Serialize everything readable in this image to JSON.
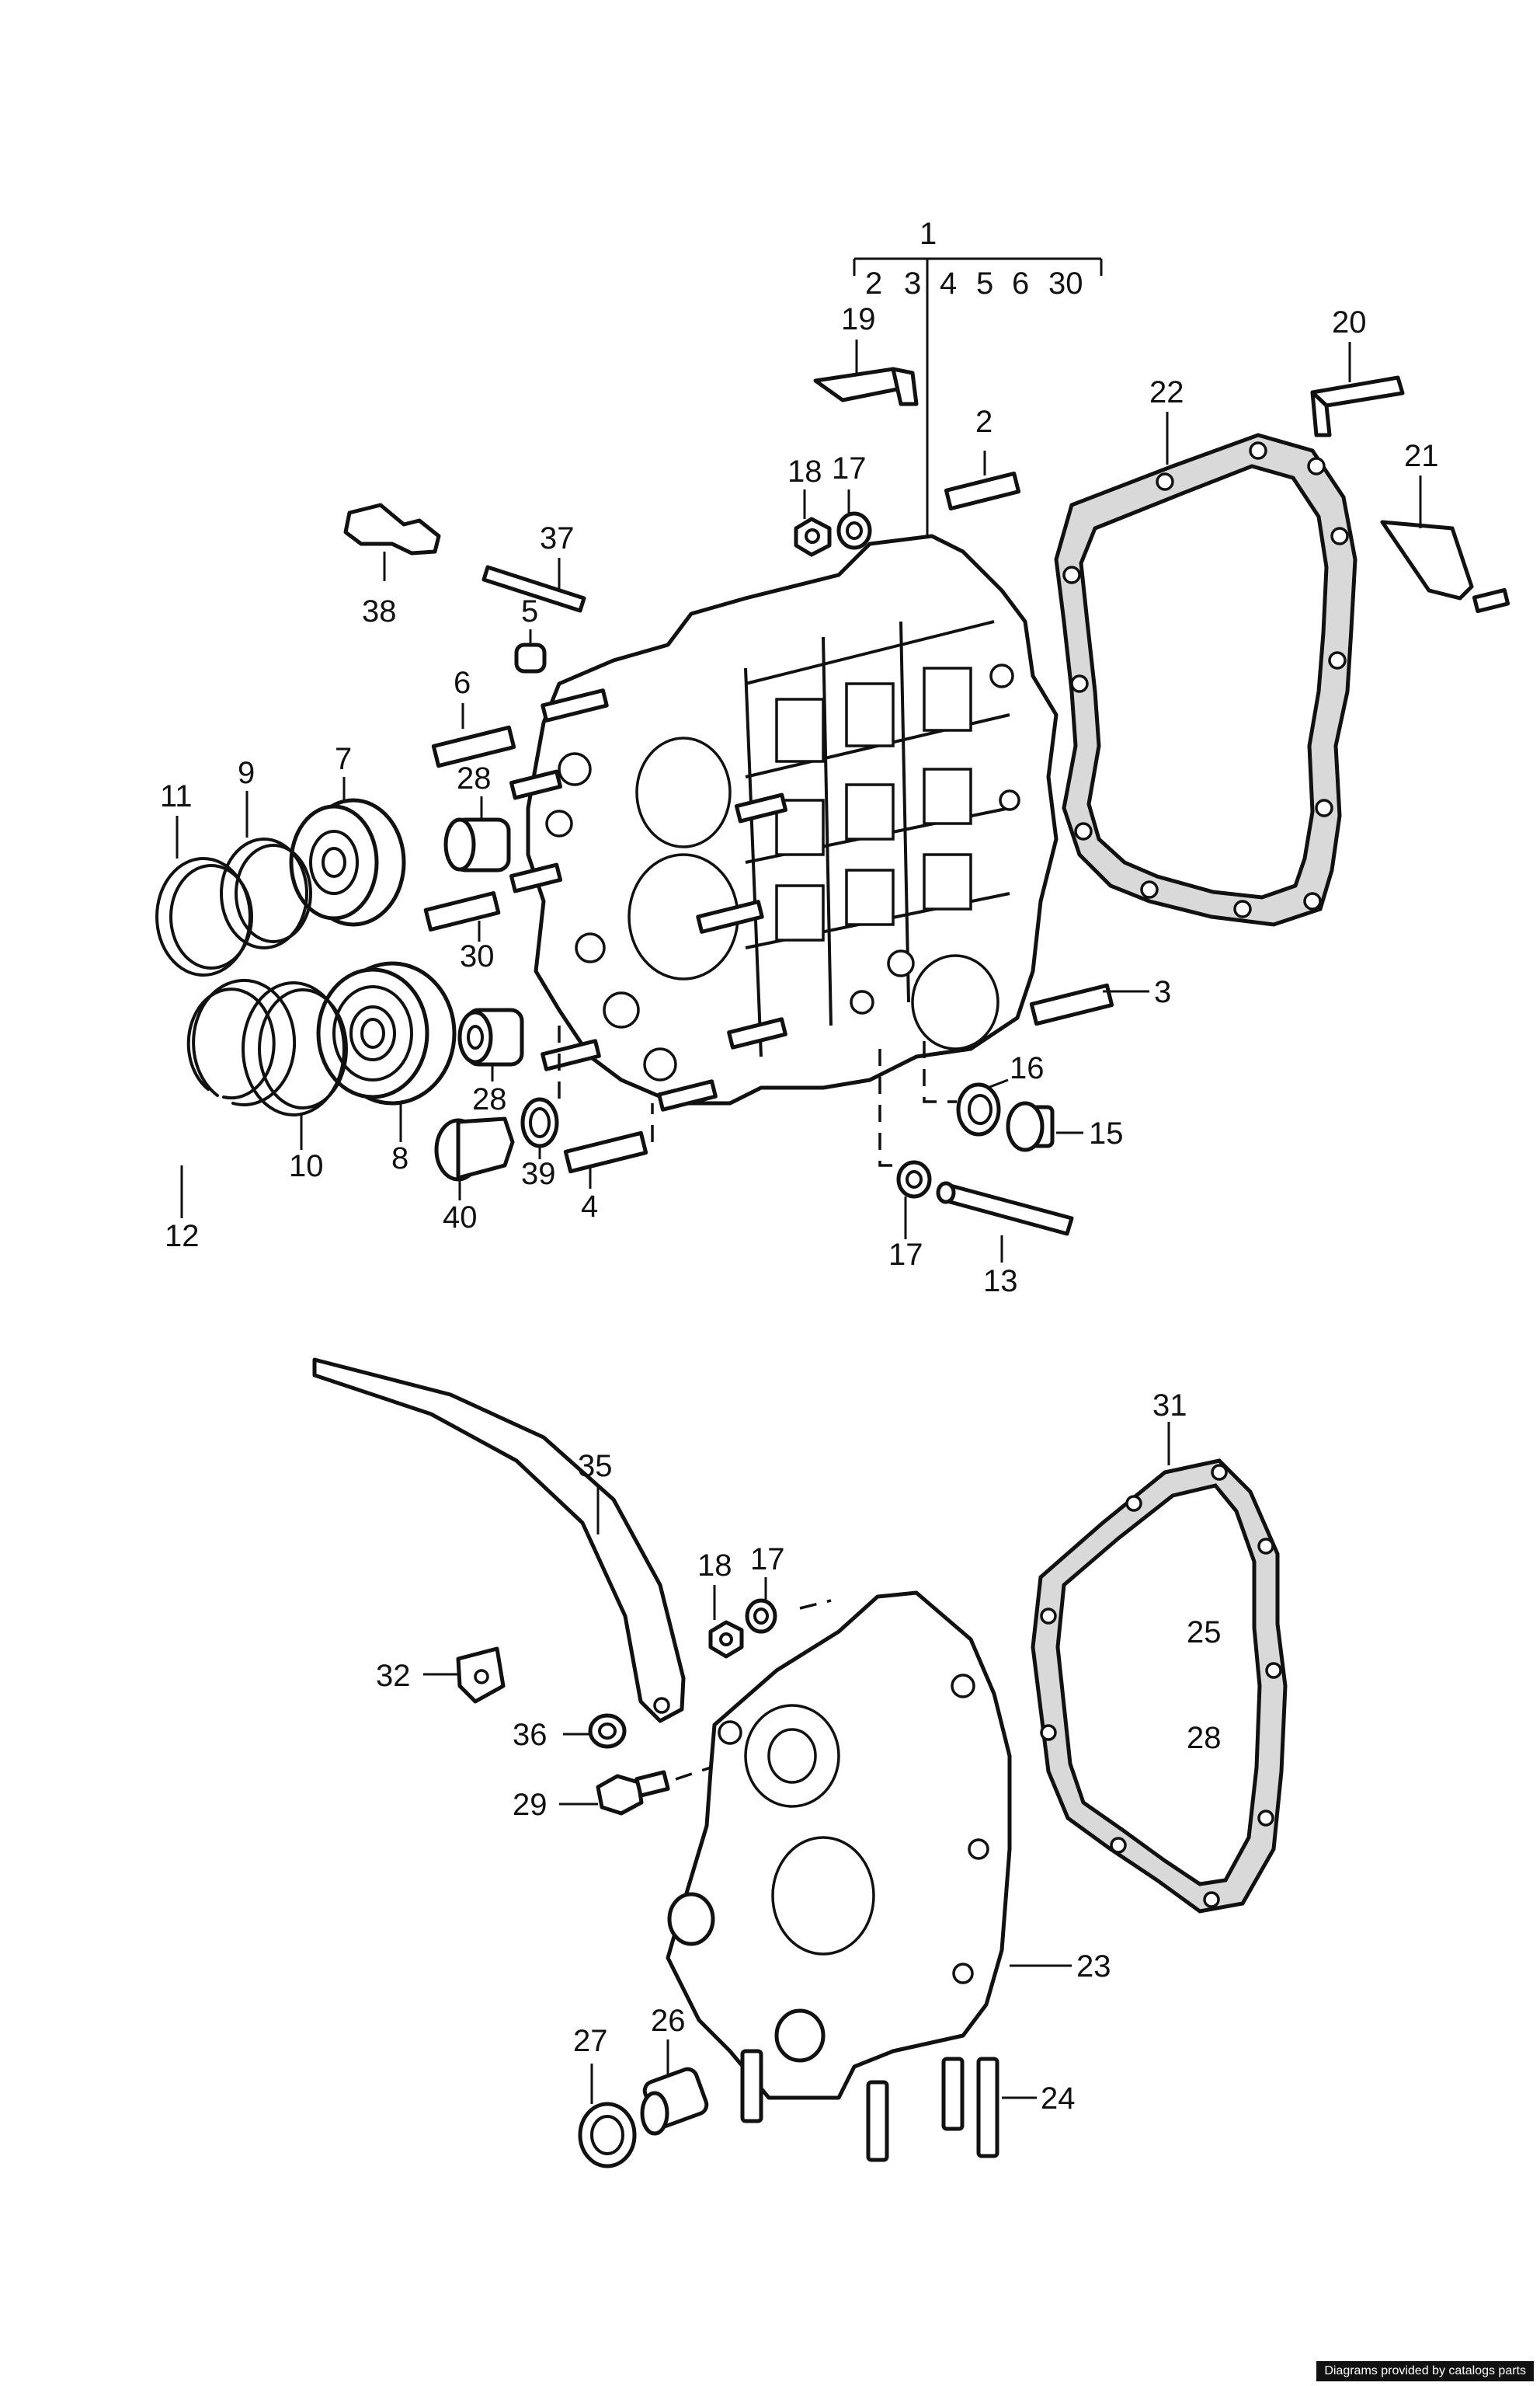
{
  "callouts": {
    "l1": "1",
    "l2": "2",
    "l3": "3",
    "l4": "4",
    "l5": "5",
    "l6": "6",
    "l7": "7",
    "l8": "8",
    "l9": "9",
    "l10": "10",
    "l11": "11",
    "l12": "12",
    "l13": "13",
    "l15": "15",
    "l16": "16",
    "l17": "17",
    "l18": "18",
    "l19": "19",
    "l20": "20",
    "l21": "21",
    "l22": "22",
    "l23": "23",
    "l24": "24",
    "l25": "25",
    "l26": "26",
    "l27": "27",
    "l28": "28",
    "l29": "29",
    "l30": "30",
    "l31": "31",
    "l32": "32",
    "l35": "35",
    "l36": "36",
    "l37": "37",
    "l38": "38",
    "l39": "39",
    "l40": "40"
  },
  "kit_1_contents": [
    "2",
    "3",
    "4",
    "5",
    "6",
    "30"
  ],
  "credit": "Diagrams provided by catalogs parts"
}
